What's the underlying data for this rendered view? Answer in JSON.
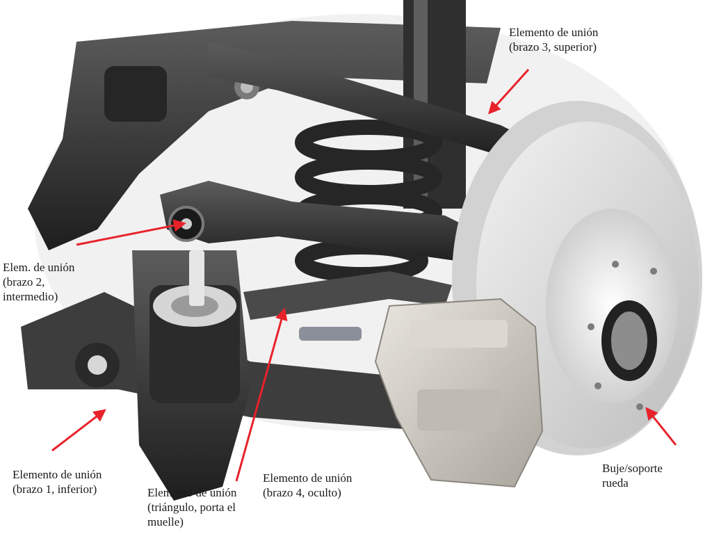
{
  "colors": {
    "background": "#ffffff",
    "arrow": "#e8222a",
    "metal_dark": "#2b2b2b",
    "metal_mid": "#5a5a5a",
    "disc": "#d9d9d9",
    "caliper": "#cfcbc3",
    "label_text": "#1a1a1a"
  },
  "labels": {
    "arm3": {
      "line1": "Elemento de unión",
      "line2": "(brazo 3, superior)"
    },
    "arm2": {
      "line1": "Elem. de unión",
      "line2": "(brazo 2,",
      "line3": "intermedio)"
    },
    "arm1": {
      "line1": "Elemento de unión",
      "line2": "(brazo 1, inferior)"
    },
    "triangle": {
      "line1": "Elemento de unión",
      "line2": "(triángulo, porta el",
      "line3": "muelle)"
    },
    "arm4": {
      "line1": "Elemento de unión",
      "line2": "(brazo 4, oculto)"
    },
    "hub": {
      "line1": "Buje/soporte",
      "line2": "rueda"
    }
  }
}
